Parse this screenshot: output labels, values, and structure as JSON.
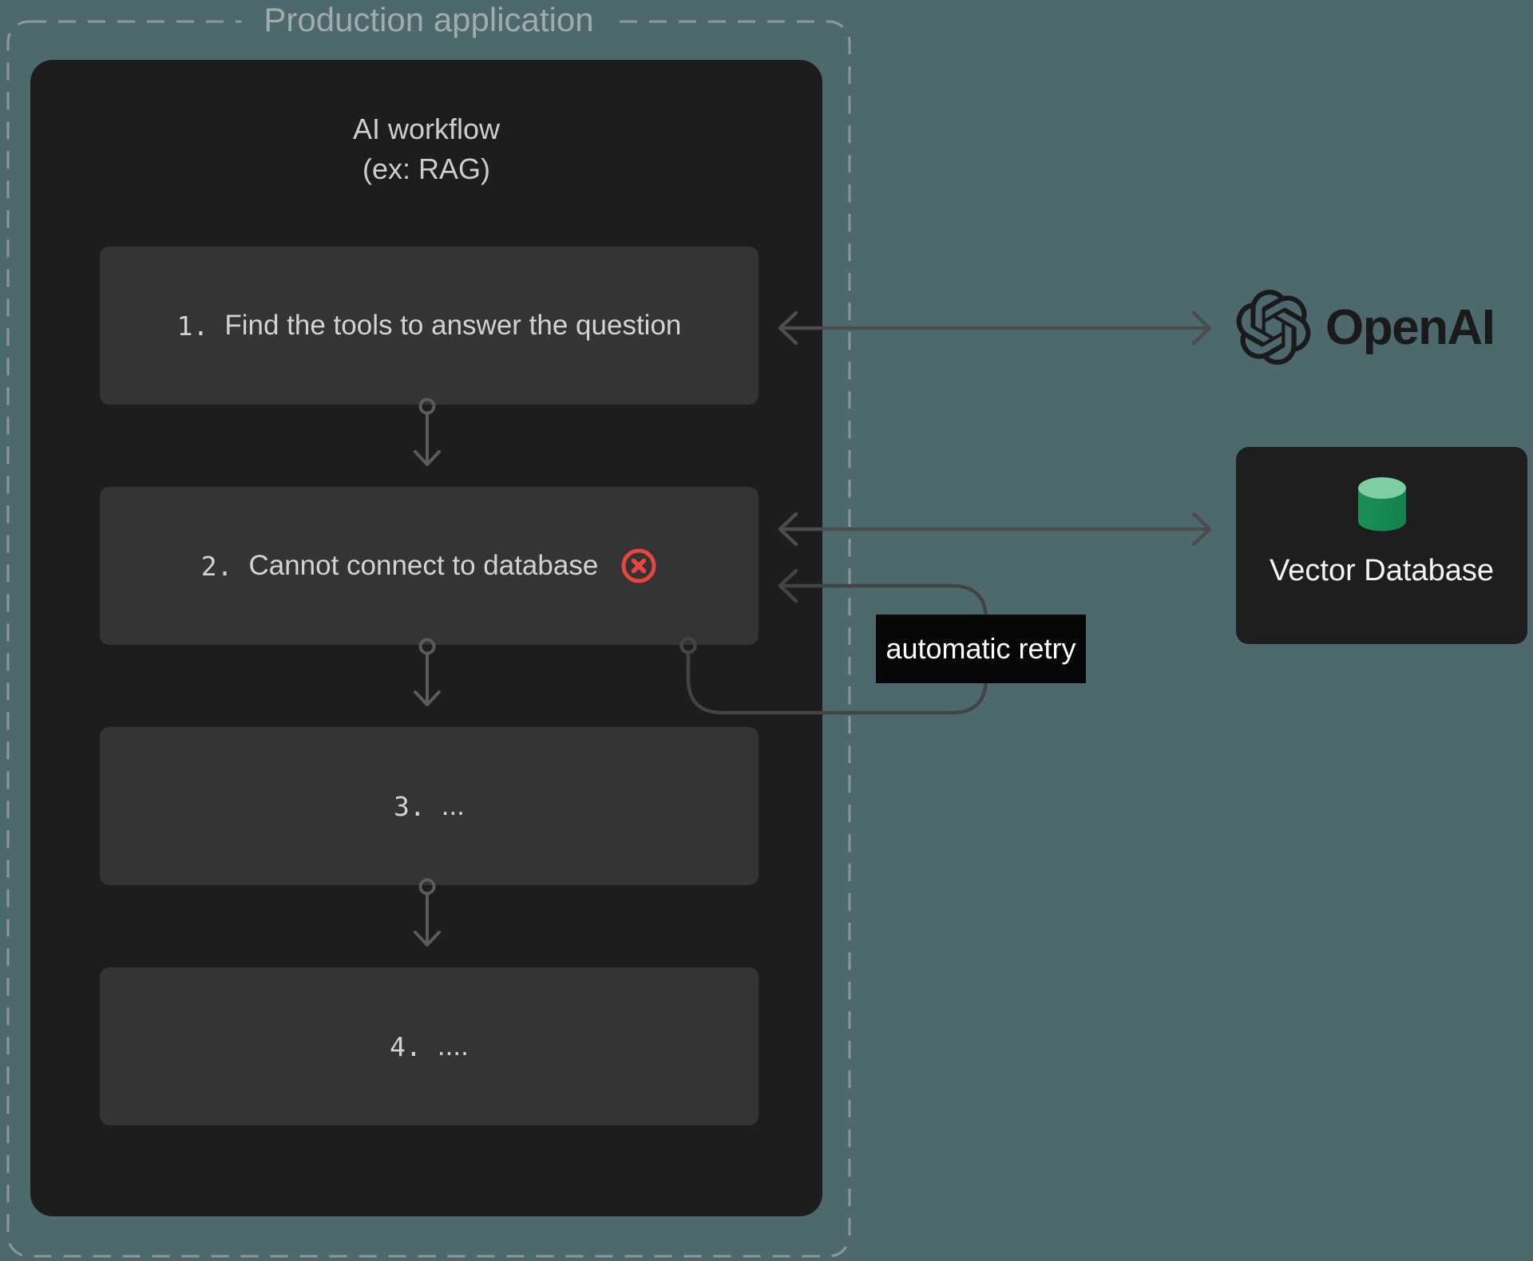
{
  "production": {
    "label": "Production application"
  },
  "workflow": {
    "title_line1": "AI workflow",
    "title_line2": "(ex: RAG)",
    "steps": [
      {
        "num": "1.",
        "text": "Find the tools to answer the question"
      },
      {
        "num": "2.",
        "text": "Cannot connect to database"
      },
      {
        "num": "3.",
        "text": "..."
      },
      {
        "num": "4.",
        "text": "...."
      }
    ]
  },
  "retry": {
    "label": "automatic retry"
  },
  "services": {
    "openai": {
      "label": "OpenAI"
    },
    "vector_db": {
      "label": "Vector Database"
    }
  },
  "icons": {
    "openai_flower_icon": "openai-flower-icon",
    "database_cylinder_icon": "database-cylinder-icon",
    "error_x_icon": "error-x-icon",
    "down_arrow_icon": "down-arrow-icon",
    "double_arrow_icon": "double-headed-arrow-icon",
    "retry_loop_icon": "retry-loop-arrow-icon"
  },
  "colors": {
    "background_teal": "#4e696d",
    "panel_dark": "#1d1d1d",
    "step_box": "#343434",
    "dashed_border": "#929797",
    "step_text": "#d3d3d3",
    "production_title_text": "#a3aaaa",
    "horizontal_arrow": "#4a4c4d",
    "down_arrow": "#5b5b5b",
    "retry_path": "#434343",
    "error_red": "#e64540",
    "retry_label_bg": "#070707",
    "openai_logo": "#1a1a1a",
    "vector_db_card": "#1e1e1e",
    "cylinder_top_green": "#7fcda2",
    "cylinder_body_green": "#15874f"
  }
}
